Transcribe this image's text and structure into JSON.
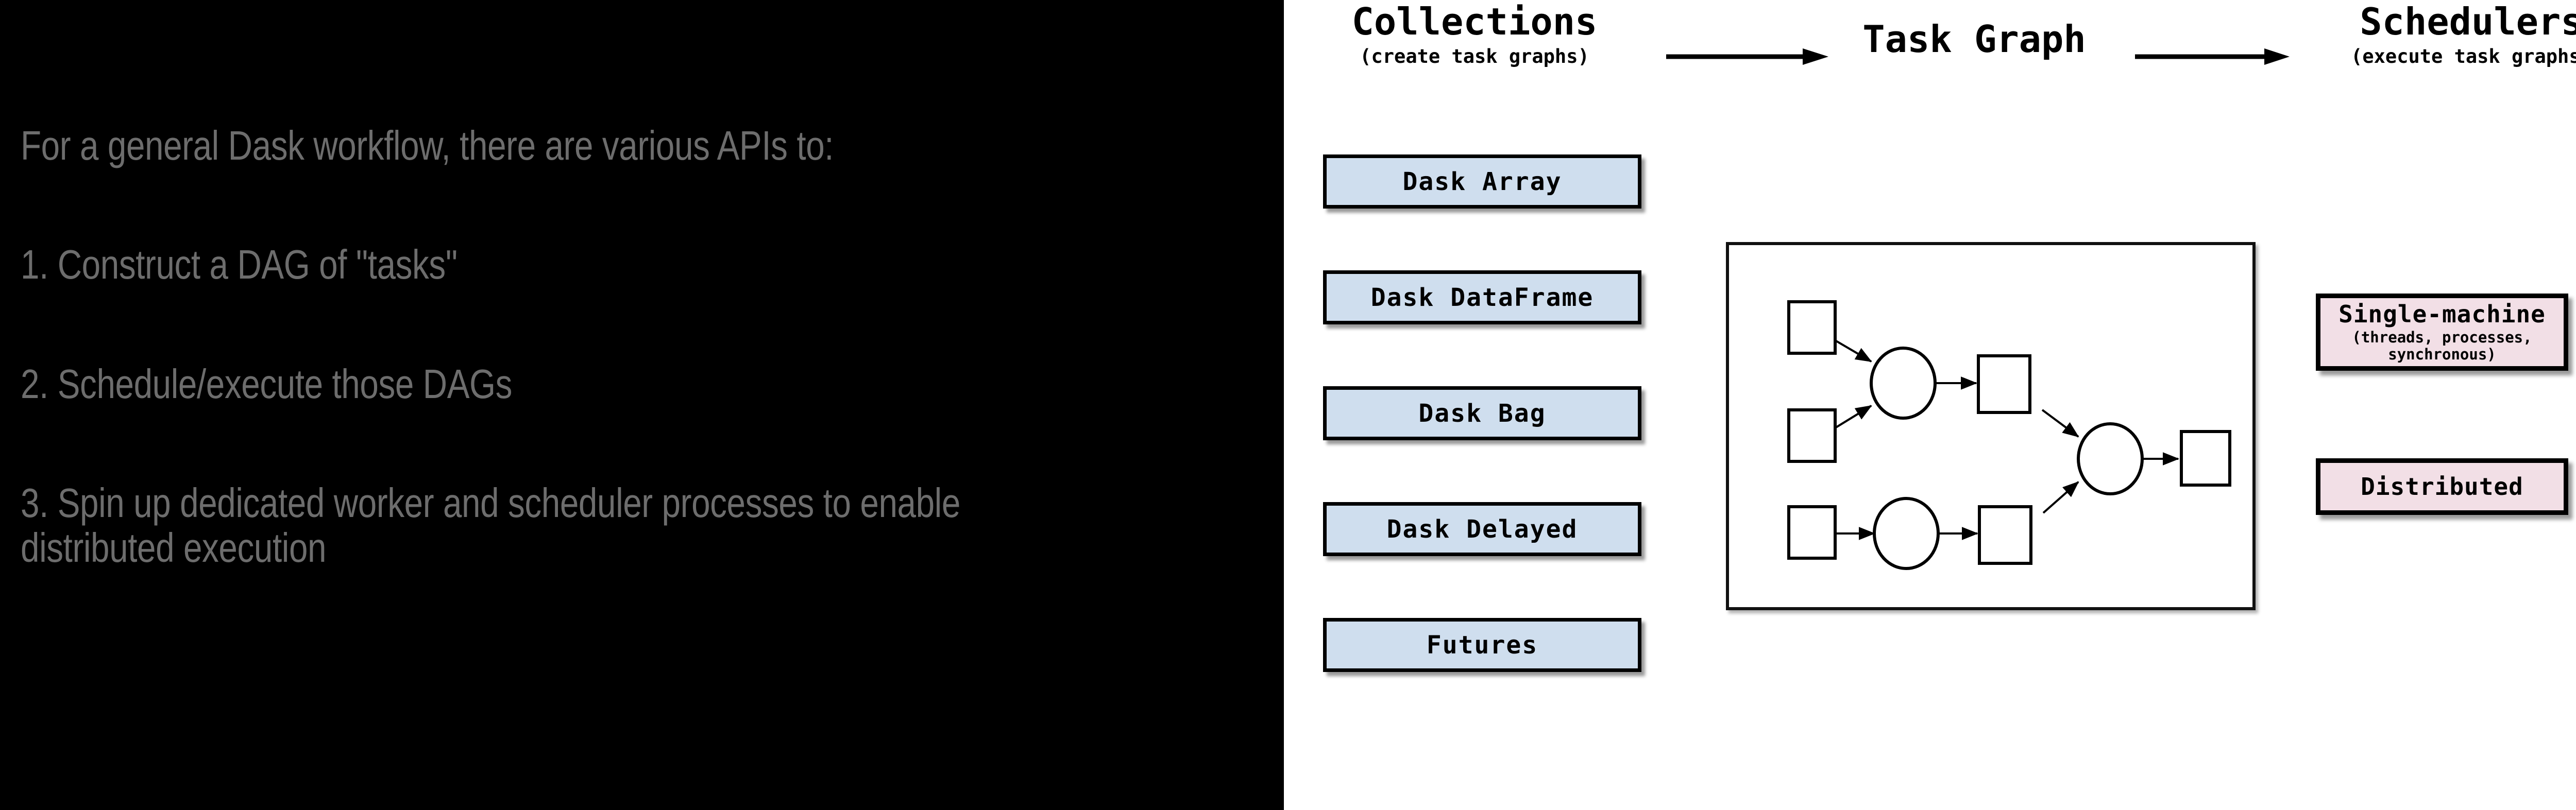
{
  "slide": {
    "left_panel": {
      "intro": "For a general Dask workflow, there are various APIs to:",
      "items": [
        "1. Construct a DAG of \"tasks\"",
        "2. Schedule/execute those DAGs",
        "3. Spin up dedicated worker and scheduler processes to enable distributed execution"
      ]
    },
    "diagram": {
      "headers": [
        {
          "title": "Collections",
          "subtitle": "(create task graphs)"
        },
        {
          "title": "Task Graph",
          "subtitle": ""
        },
        {
          "title": "Schedulers",
          "subtitle": "(execute task graphs)"
        }
      ],
      "collections": [
        "Dask Array",
        "Dask DataFrame",
        "Dask Bag",
        "Dask Delayed",
        "Futures"
      ],
      "schedulers": [
        {
          "title": "Single-machine",
          "sub_line_1": "(threads, processes,",
          "sub_line_2": "synchronous)"
        },
        {
          "title": "Distributed",
          "sub_line_1": "",
          "sub_line_2": ""
        }
      ],
      "colors": {
        "collection_fill": "#cfdeee",
        "scheduler_fill": "#f2dfe6",
        "border": "#000000",
        "panel_background": "#000000",
        "panel_text": "#6d6d6d",
        "diagram_background": "#ffffff"
      },
      "task_graph": {
        "nodes": [
          {
            "id": "in1",
            "shape": "square"
          },
          {
            "id": "in2",
            "shape": "square"
          },
          {
            "id": "in3",
            "shape": "square"
          },
          {
            "id": "op1",
            "shape": "circle"
          },
          {
            "id": "op2",
            "shape": "circle"
          },
          {
            "id": "mid1",
            "shape": "square"
          },
          {
            "id": "mid2",
            "shape": "square"
          },
          {
            "id": "op3",
            "shape": "circle"
          },
          {
            "id": "out1",
            "shape": "square"
          }
        ],
        "edges": [
          [
            "in1",
            "op1"
          ],
          [
            "in2",
            "op1"
          ],
          [
            "op1",
            "mid1"
          ],
          [
            "in3",
            "op2"
          ],
          [
            "op2",
            "mid2"
          ],
          [
            "mid1",
            "op3"
          ],
          [
            "mid2",
            "op3"
          ],
          [
            "op3",
            "out1"
          ]
        ]
      }
    }
  }
}
